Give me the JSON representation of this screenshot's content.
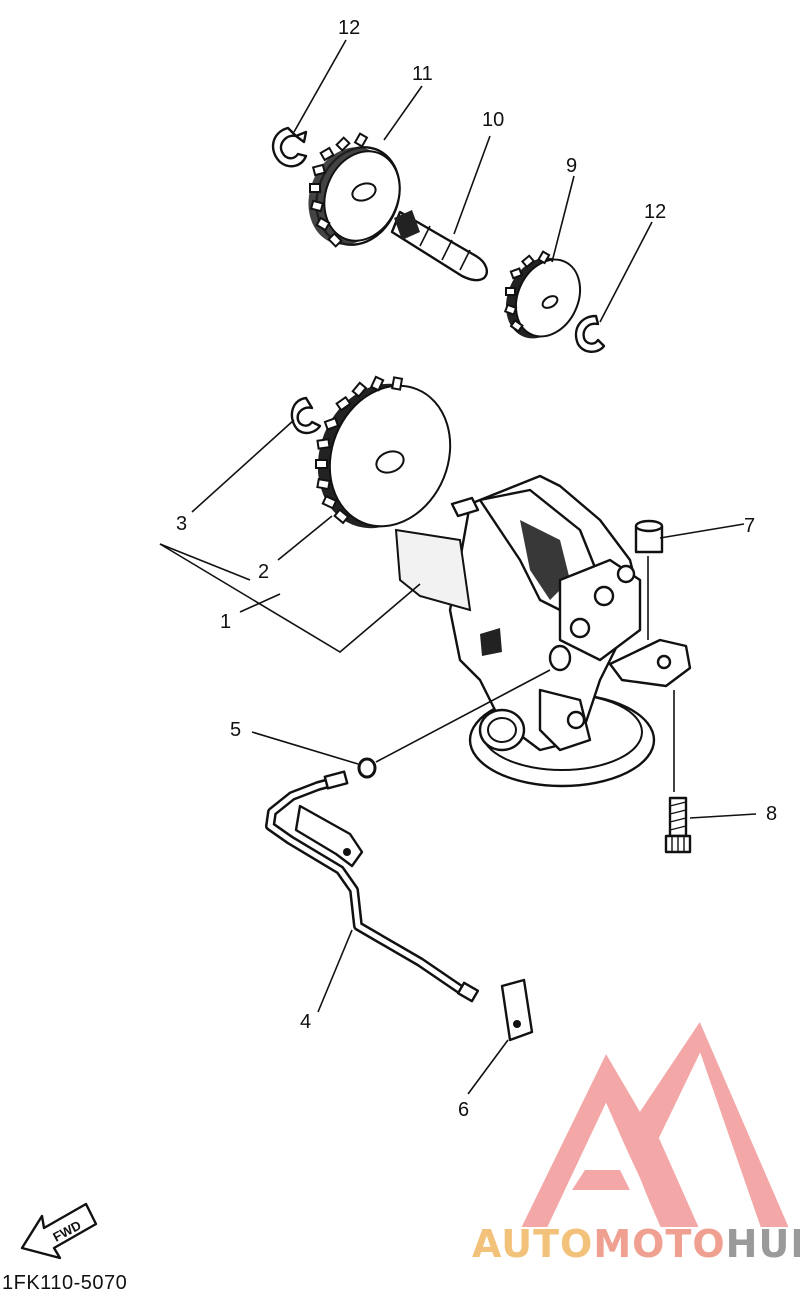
{
  "diagram": {
    "code": "1FK110-5070",
    "fwd_label": "FWD",
    "callouts": {
      "c1": "1",
      "c2": "2",
      "c3": "3",
      "c4": "4",
      "c5": "5",
      "c6": "6",
      "c7": "7",
      "c8": "8",
      "c9": "9",
      "c10": "10",
      "c11": "11",
      "c12a": "12",
      "c12b": "12"
    }
  },
  "watermark": {
    "word1": "AUTO",
    "word2": "MOTO",
    "word3": "HUB",
    "colors": {
      "auto": "#f3c27a",
      "moto": "#f0a090",
      "hub": "#9a9a9a",
      "logo": "#f08a8a"
    }
  }
}
